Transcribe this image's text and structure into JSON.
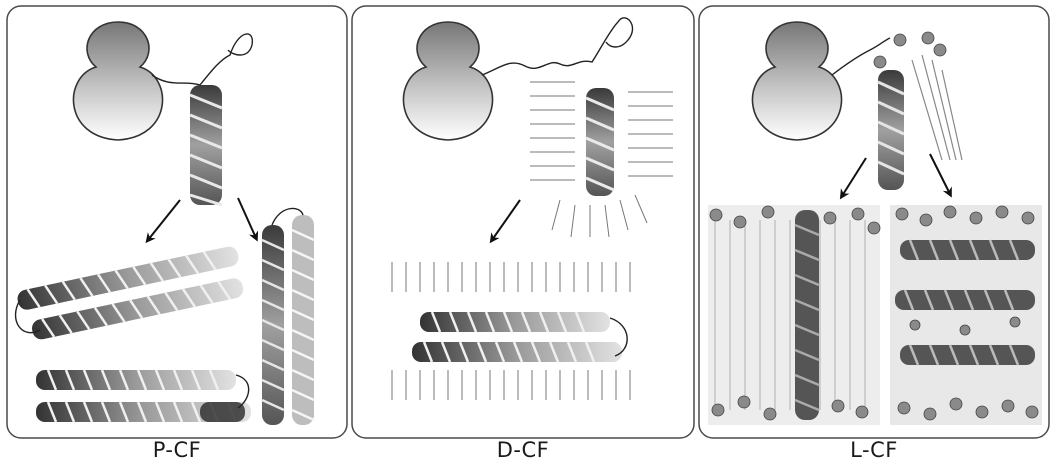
{
  "panels": [
    {
      "label": "P-CF"
    },
    {
      "label": "D-CF"
    },
    {
      "label": "L-CF"
    }
  ],
  "colors": {
    "panel_border": "#4a4a4a",
    "helix_dark": "#3c3c3c",
    "helix_light": "#d0d0d0",
    "vesicle_top": "#7a7a7a",
    "vesicle_bottom": "#ffffff",
    "lipid_bead": "#8a8a8a",
    "arrow": "#111111"
  },
  "icons": {
    "vesicle": "budding-vesicle-icon",
    "arrow": "arrow-icon",
    "helix": "alpha-helix-icon",
    "lipid": "lipid-tail-icon"
  }
}
